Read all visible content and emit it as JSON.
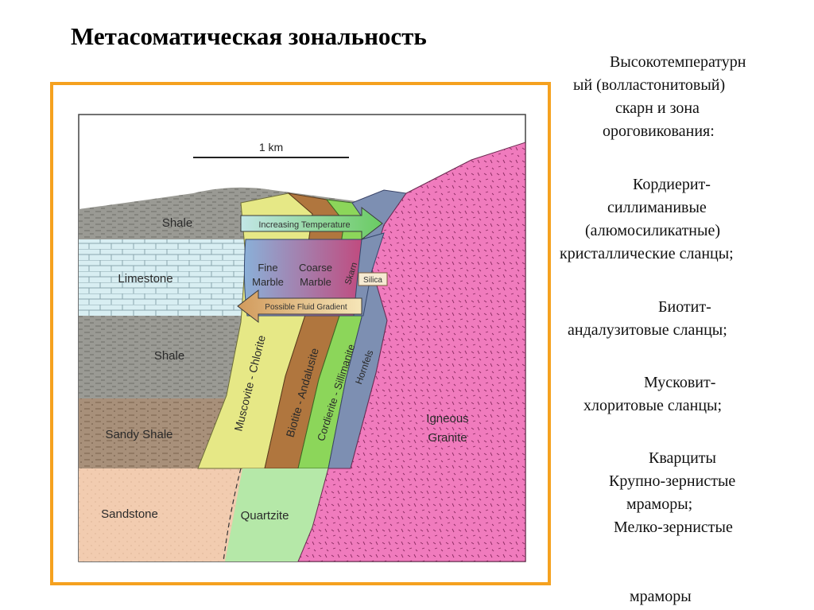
{
  "slide": {
    "title": "Метасоматическая зональность"
  },
  "diagram": {
    "scale_label": "1 km",
    "rock_units": {
      "shale_top": "Shale",
      "limestone": "Limestone",
      "shale_mid": "Shale",
      "sandy_shale": "Sandy Shale",
      "sandstone": "Sandstone",
      "quartzite": "Quartzite",
      "igneous_1": "Igneous",
      "igneous_2": "Granite"
    },
    "zones": {
      "fine_1": "Fine",
      "fine_2": "Marble",
      "coarse_1": "Coarse",
      "coarse_2": "Marble",
      "skarn": "Skarn",
      "silica": "Silica",
      "muscovite": "Muscovite - Chlorite",
      "biotite": "Biotite - Andalusite",
      "cordierite": "Cordierite - Sillimanite",
      "hornfels": "Hornfels"
    },
    "arrows": {
      "temperature": "Increasing Temperature",
      "fluid": "Possible Fluid Gradient"
    },
    "colors": {
      "frame": "#f5a11f",
      "shale": "#9a9a94",
      "limestone": "#d8eef2",
      "sandy_shale": "#a8907a",
      "sandstone": "#f2ccb0",
      "quartzite": "#b5e8a8",
      "muscovite_chlorite": "#e6e886",
      "biotite_andalusite": "#b0763e",
      "cordierite_sillimanite": "#8cd65a",
      "hornfels": "#7d8fb2",
      "granite": "#f07bbd",
      "marble": "#8ab0d8"
    }
  },
  "notes": [
    "Высокотемпературн",
    "ый (волластонитовый)",
    "скарн и зона",
    "ороговикования:",
    "Кордиерит-",
    "силлиманивые",
    "(алюмосиликатные)",
    "кристаллические сланцы;",
    "Биотит-",
    "андалузитовые сланцы;",
    "Мусковит-",
    "хлоритовые сланцы;",
    "Кварциты",
    "Крупно-зернистые",
    "мраморы;",
    "Мелко-зернистые",
    "мраморы"
  ]
}
